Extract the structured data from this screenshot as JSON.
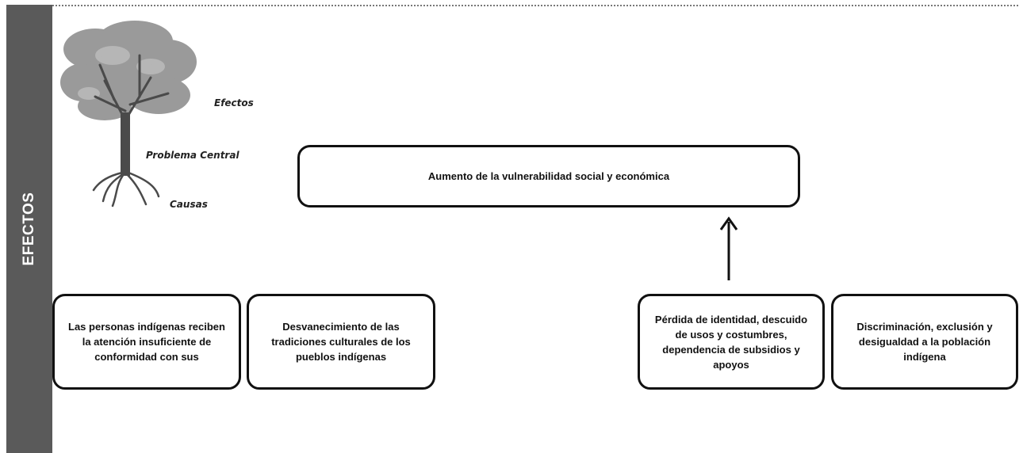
{
  "side": {
    "label": "EFECTOS"
  },
  "tree": {
    "labels": {
      "effects": "Efectos",
      "central": "Problema Central",
      "causes": "Causas"
    }
  },
  "central_effect": {
    "text": "Aumento de la vulnerabilidad social y económica"
  },
  "effects": [
    {
      "text": "Las personas indígenas reciben la atención insuficiente de conformidad con sus"
    },
    {
      "text": "Desvanecimiento de las tradiciones culturales de los pueblos indígenas"
    },
    {
      "text": "Pérdida de identidad, descuido de usos y costumbres, dependencia de subsidios y apoyos"
    },
    {
      "text": "Discriminación, exclusión y desigualdad a la población indígena"
    }
  ],
  "colors": {
    "side_bar": "#5a5a5a",
    "border": "#111111",
    "tree_canopy": "#9a9a9a",
    "trunk": "#4a4a4a"
  }
}
